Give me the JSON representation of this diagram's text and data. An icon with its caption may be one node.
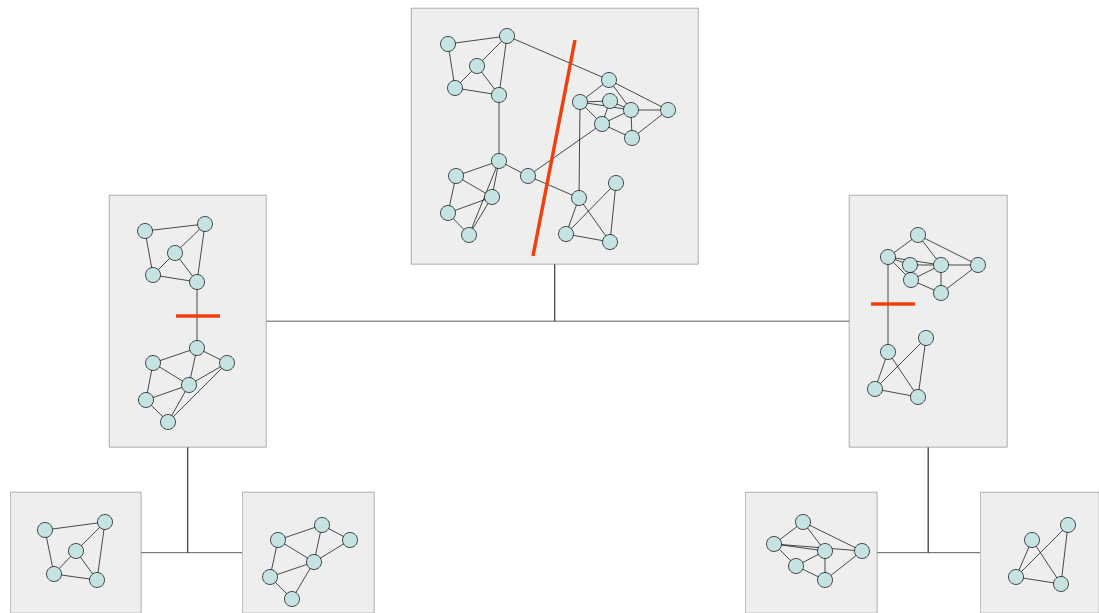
{
  "diagram": {
    "nodes": [
      {
        "text": [],
        "shape": "picture"
      },
      {
        "text": [],
        "shape": "picture"
      },
      {
        "text": [],
        "shape": "picture"
      },
      {
        "text": [],
        "shape": "picture"
      },
      {
        "text": [],
        "shape": "picture"
      },
      {
        "text": [],
        "shape": "picture"
      },
      {
        "text": [],
        "shape": "picture"
      }
    ],
    "edges": [
      {
        "from": 0,
        "to": 1,
        "arrow": "none"
      },
      {
        "from": 0,
        "to": 2,
        "arrow": "none"
      },
      {
        "from": 1,
        "to": 3,
        "arrow": "none"
      },
      {
        "from": 1,
        "to": 4,
        "arrow": "none"
      },
      {
        "from": 2,
        "to": 5,
        "arrow": "none"
      },
      {
        "from": 2,
        "to": 6,
        "arrow": "none"
      }
    ]
  }
}
